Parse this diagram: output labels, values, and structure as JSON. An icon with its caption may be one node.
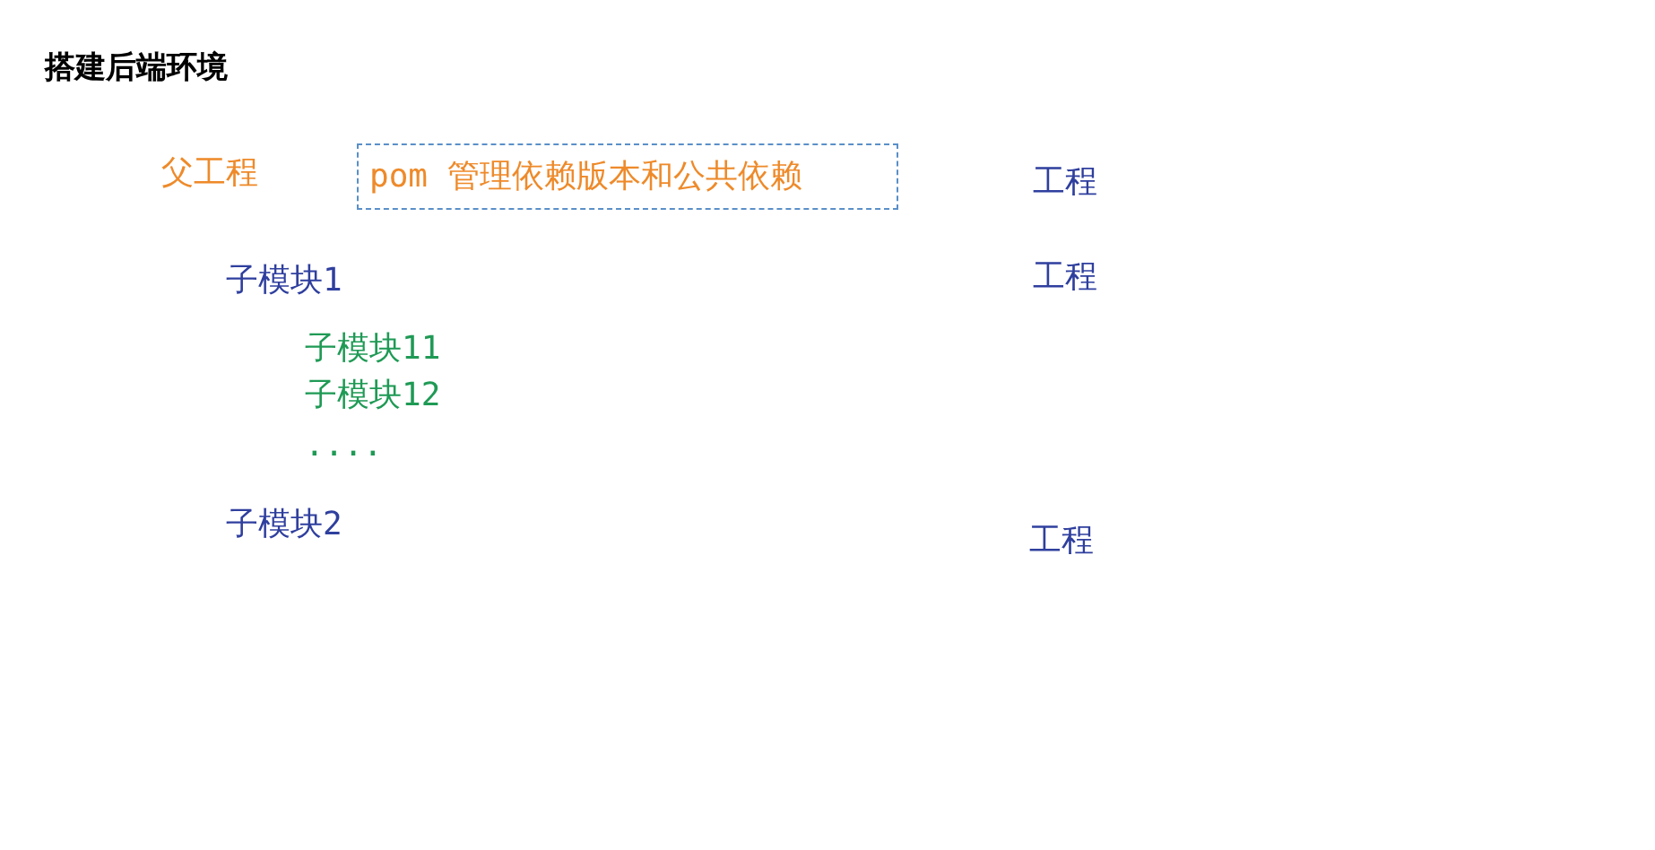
{
  "diagram": {
    "title": "搭建后端环境",
    "nodes": [
      {
        "text": [
          "pom 管理依赖版本和公共依赖"
        ]
      }
    ],
    "labels": [
      "父工程",
      "工程",
      "子模块1",
      "工程",
      "子模块11",
      "子模块12",
      "....",
      "子模块2",
      "工程"
    ]
  }
}
